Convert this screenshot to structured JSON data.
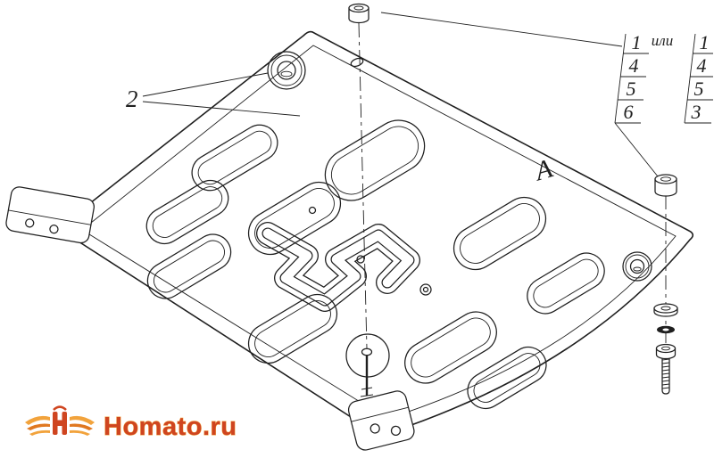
{
  "branding": {
    "logo_text": "Homato.ru"
  },
  "callouts": {
    "item_2": "2",
    "plate_letter": "А",
    "or_word": "или"
  },
  "parts_table": {
    "left_column": [
      "1",
      "4",
      "5",
      "6"
    ],
    "right_column": [
      "1",
      "4",
      "5",
      "3"
    ]
  },
  "colors": {
    "line": "#1f1f1f",
    "brand_red": "#cf4520",
    "brand_orange": "#f2a33c",
    "background": "#ffffff"
  }
}
